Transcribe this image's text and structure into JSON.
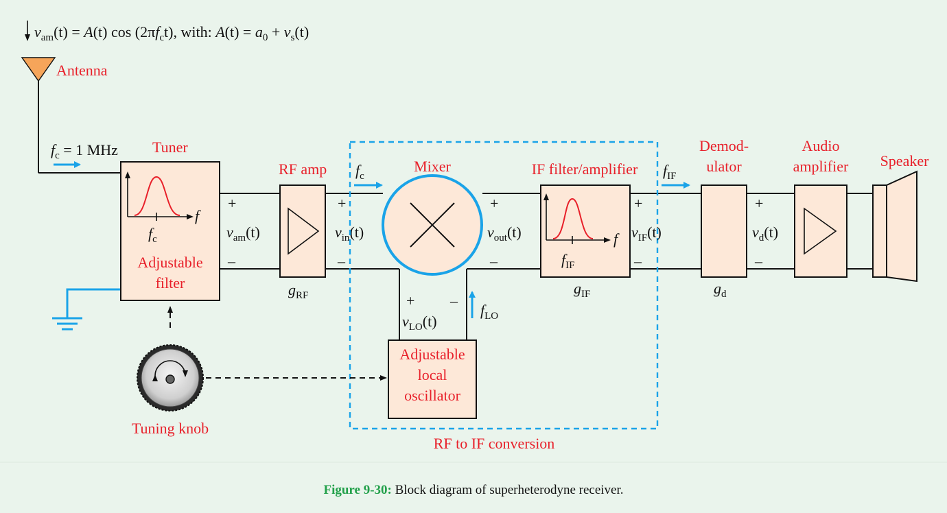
{
  "colors": {
    "background": "#eaf4ec",
    "block_fill": "#fde8d8",
    "block_label": "#e8202a",
    "signal_arrow": "#1aa3e8",
    "wire": "#111111",
    "caption_label": "#22a04a"
  },
  "equation": {
    "v_am": "v",
    "v_am_sub": "am",
    "part1": "(t) = ",
    "A": "A",
    "part2": "(t) cos (2π",
    "f": "f",
    "f_sub": "c",
    "part3": "t), with:  ",
    "A2": "A",
    "part4": "(t) = ",
    "a": "a",
    "a_sub": "0",
    "part5": " + ",
    "v_s": "v",
    "v_s_sub": "s",
    "part6": "(t)"
  },
  "blocks": {
    "antenna": "Antenna",
    "tuner": "Tuner",
    "adjustable_filter_1": "Adjustable",
    "adjustable_filter_2": "filter",
    "rf_amp": "RF amp",
    "mixer": "Mixer",
    "if_filter": "IF filter/amplifier",
    "demod_1": "Demod-",
    "demod_2": "ulator",
    "audio_1": "Audio",
    "audio_2": "amplifier",
    "speaker": "Speaker",
    "lo_1": "Adjustable",
    "lo_2": "local",
    "lo_3": "oscillator",
    "tuning_knob": "Tuning knob",
    "rf_if_conversion": "RF to IF conversion"
  },
  "labels": {
    "fc_1mhz_f": "f",
    "fc_1mhz_sub": "c",
    "fc_1mhz_rest": " = 1 MHz",
    "f": "f",
    "fc_sub": "c",
    "fif_sub": "IF",
    "flo_sub": "LO",
    "g": "g",
    "grf_sub": "RF",
    "gif_sub": "IF",
    "gd_sub": "d",
    "v": "v",
    "t": "(t)",
    "vam_sub": "am",
    "vin_sub": "in",
    "vout_sub": "out",
    "vif_sub": "IF",
    "vd_sub": "d",
    "vlo_sub": "LO",
    "plus": "+",
    "minus": "–"
  },
  "caption": {
    "label": "Figure 9-30:",
    "text": " Block diagram of superheterodyne receiver."
  }
}
